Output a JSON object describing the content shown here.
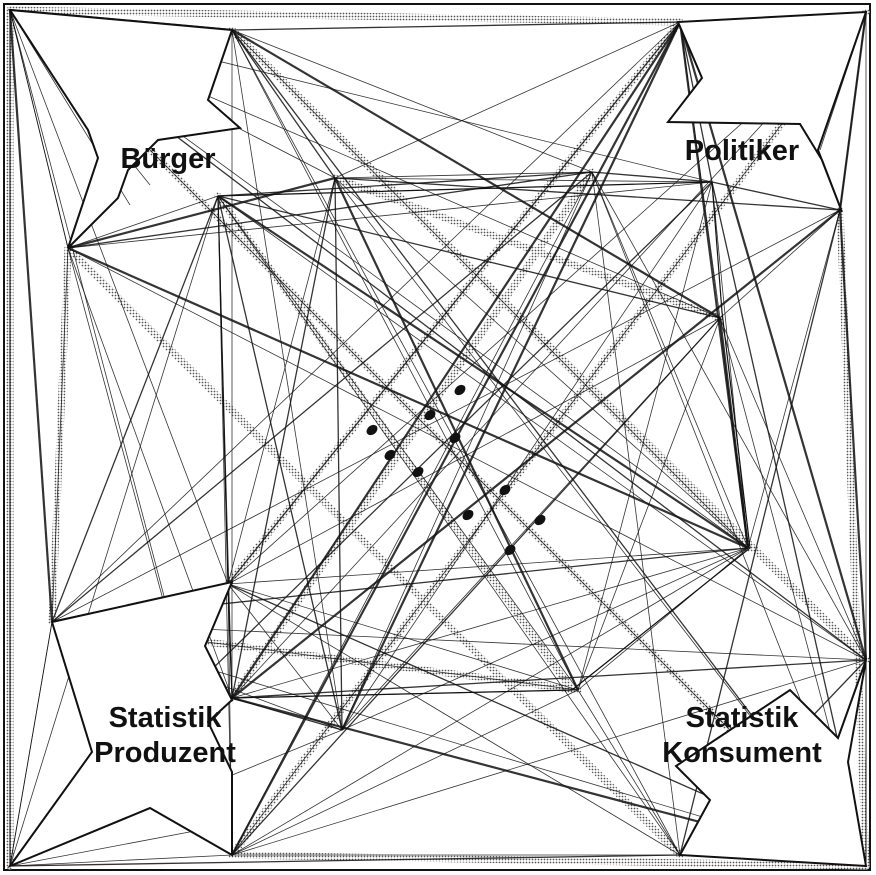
{
  "labels": {
    "top_left": "Bürger",
    "top_right": "Politiker",
    "bottom_left_line1": "Statistik",
    "bottom_left_line2": "Produzent",
    "bottom_right_line1": "Statistik",
    "bottom_right_line2": "Konsument"
  },
  "colors": {
    "background": "#ffffff",
    "ink": "#111111",
    "halftone": "#a8a8a8"
  }
}
